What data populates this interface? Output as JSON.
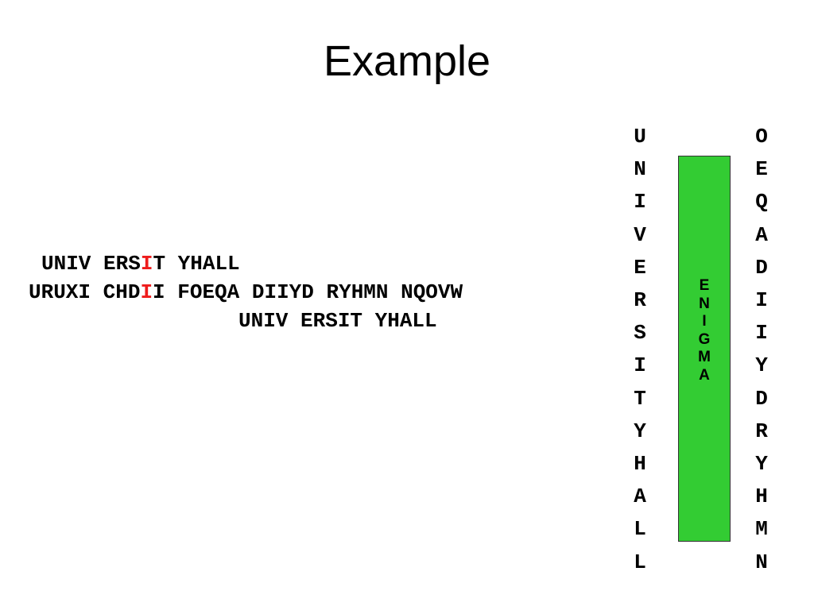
{
  "title": "Example",
  "lines": {
    "line1": {
      "a": "UNIV ERS",
      "b": "I",
      "c": "T YHALL"
    },
    "line2": {
      "a": "URUXI CHD",
      "b": "I",
      "c": "I FOEQA DIIYD RYHMN NQOVW"
    },
    "line3": "UNIV ERSIT YHALL"
  },
  "input_column": [
    "U",
    "N",
    "I",
    "V",
    "E",
    "R",
    "S",
    "I",
    "T",
    "Y",
    "H",
    "A",
    "L",
    "L"
  ],
  "output_column": [
    "O",
    "E",
    "Q",
    "A",
    "D",
    "I",
    "I",
    "Y",
    "D",
    "R",
    "Y",
    "H",
    "M",
    "N"
  ],
  "rotor": {
    "label_letters": [
      "E",
      "N",
      "I",
      "G",
      "M",
      "A"
    ],
    "color": "#33cc33"
  },
  "highlight_color": "#ee1c1c"
}
